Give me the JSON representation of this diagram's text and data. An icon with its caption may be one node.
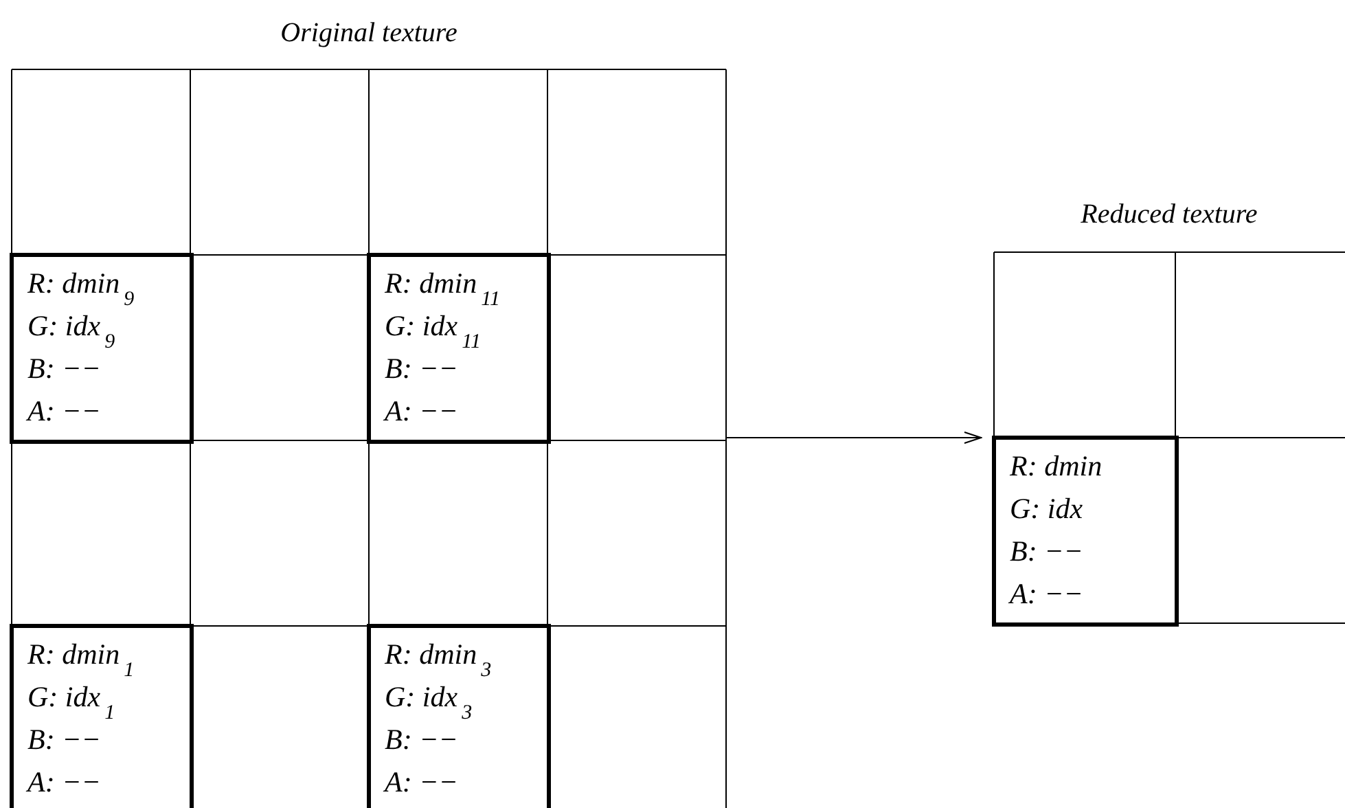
{
  "diagram": {
    "nodes": [
      {
        "text": [
          "Original texture"
        ]
      },
      {
        "text": [
          "R: dmin$_{9}$",
          "G: idx$_{9}$",
          "B: −−",
          "A: −−"
        ],
        "in": 0
      },
      {
        "text": [
          "R: dmin$_{11}$",
          "G: idx$_{11}$",
          "B: −−",
          "A: −−"
        ],
        "in": 0
      },
      {
        "text": [
          "R: dmin$_{1}$",
          "G: idx$_{1}$",
          "B: −−",
          "A: −−"
        ],
        "in": 0
      },
      {
        "text": [
          "R: dmin$_{3}$",
          "G: idx$_{3}$",
          "B: −−",
          "A: −−"
        ],
        "in": 0
      },
      {
        "text": [
          "Reduced texture"
        ]
      },
      {
        "text": [
          "R: dmin",
          "G: idx",
          "B: −−",
          "A: −−"
        ],
        "in": 5
      }
    ],
    "edges": [
      {
        "from": 0,
        "to": 5,
        "arrow": "to"
      }
    ]
  }
}
